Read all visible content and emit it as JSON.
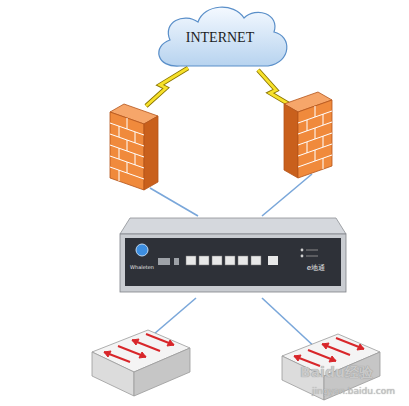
{
  "diagram": {
    "nodes": [
      {
        "text": [
          "INTERNET"
        ]
      },
      {
        "text": [
          "Whaleten",
          "e地通"
        ]
      }
    ],
    "labels": [
      "Baidu经验",
      "jingyan.baidu.com"
    ]
  }
}
